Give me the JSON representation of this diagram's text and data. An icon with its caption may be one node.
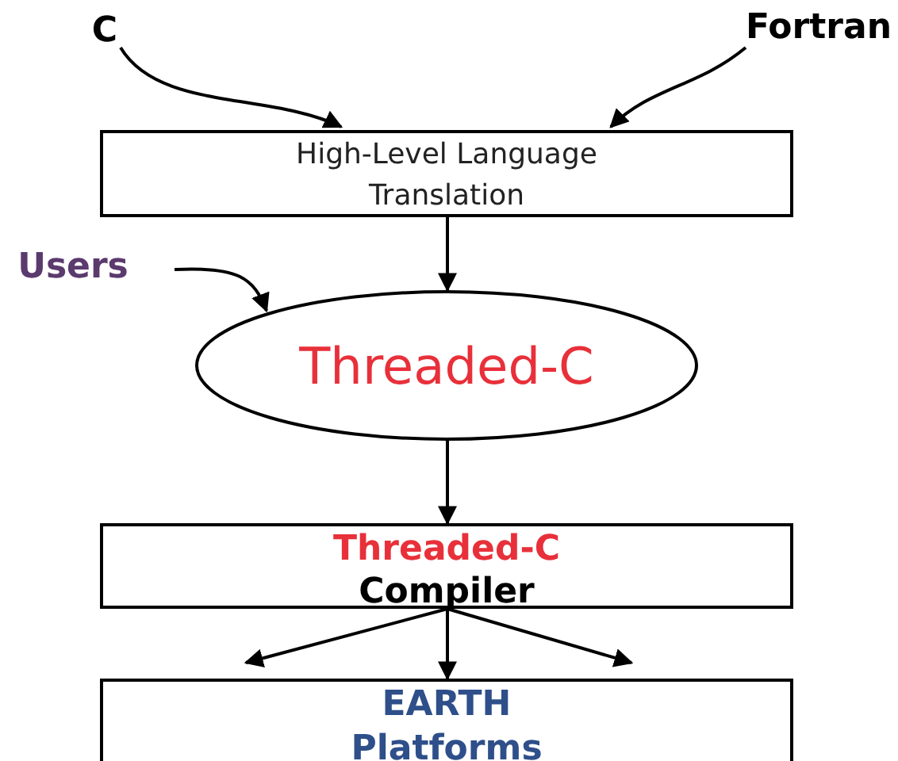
{
  "diagram": {
    "nodes": [
      {
        "text": [
          "C"
        ]
      },
      {
        "text": [
          "Fortran"
        ]
      },
      {
        "text": [
          "High-Level Language Translation"
        ]
      },
      {
        "text": [
          "Users"
        ]
      },
      {
        "text": [
          "Threaded-C"
        ]
      },
      {
        "text": [
          "Threaded-C",
          "Compiler"
        ]
      },
      {
        "text": [
          "EARTH Platforms"
        ]
      }
    ],
    "edges": [
      {
        "from": 0,
        "to": 2,
        "arrow": "to"
      },
      {
        "from": 1,
        "to": 2,
        "arrow": "to"
      },
      {
        "from": 2,
        "to": 4,
        "arrow": "to"
      },
      {
        "from": 3,
        "to": 4,
        "arrow": "to"
      },
      {
        "from": 4,
        "to": 5,
        "arrow": "to"
      },
      {
        "from": 5,
        "to": 6,
        "arrow": "to"
      },
      {
        "from": 5,
        "to": 6,
        "arrow": "to"
      },
      {
        "from": 5,
        "to": 6,
        "arrow": "to"
      }
    ]
  }
}
